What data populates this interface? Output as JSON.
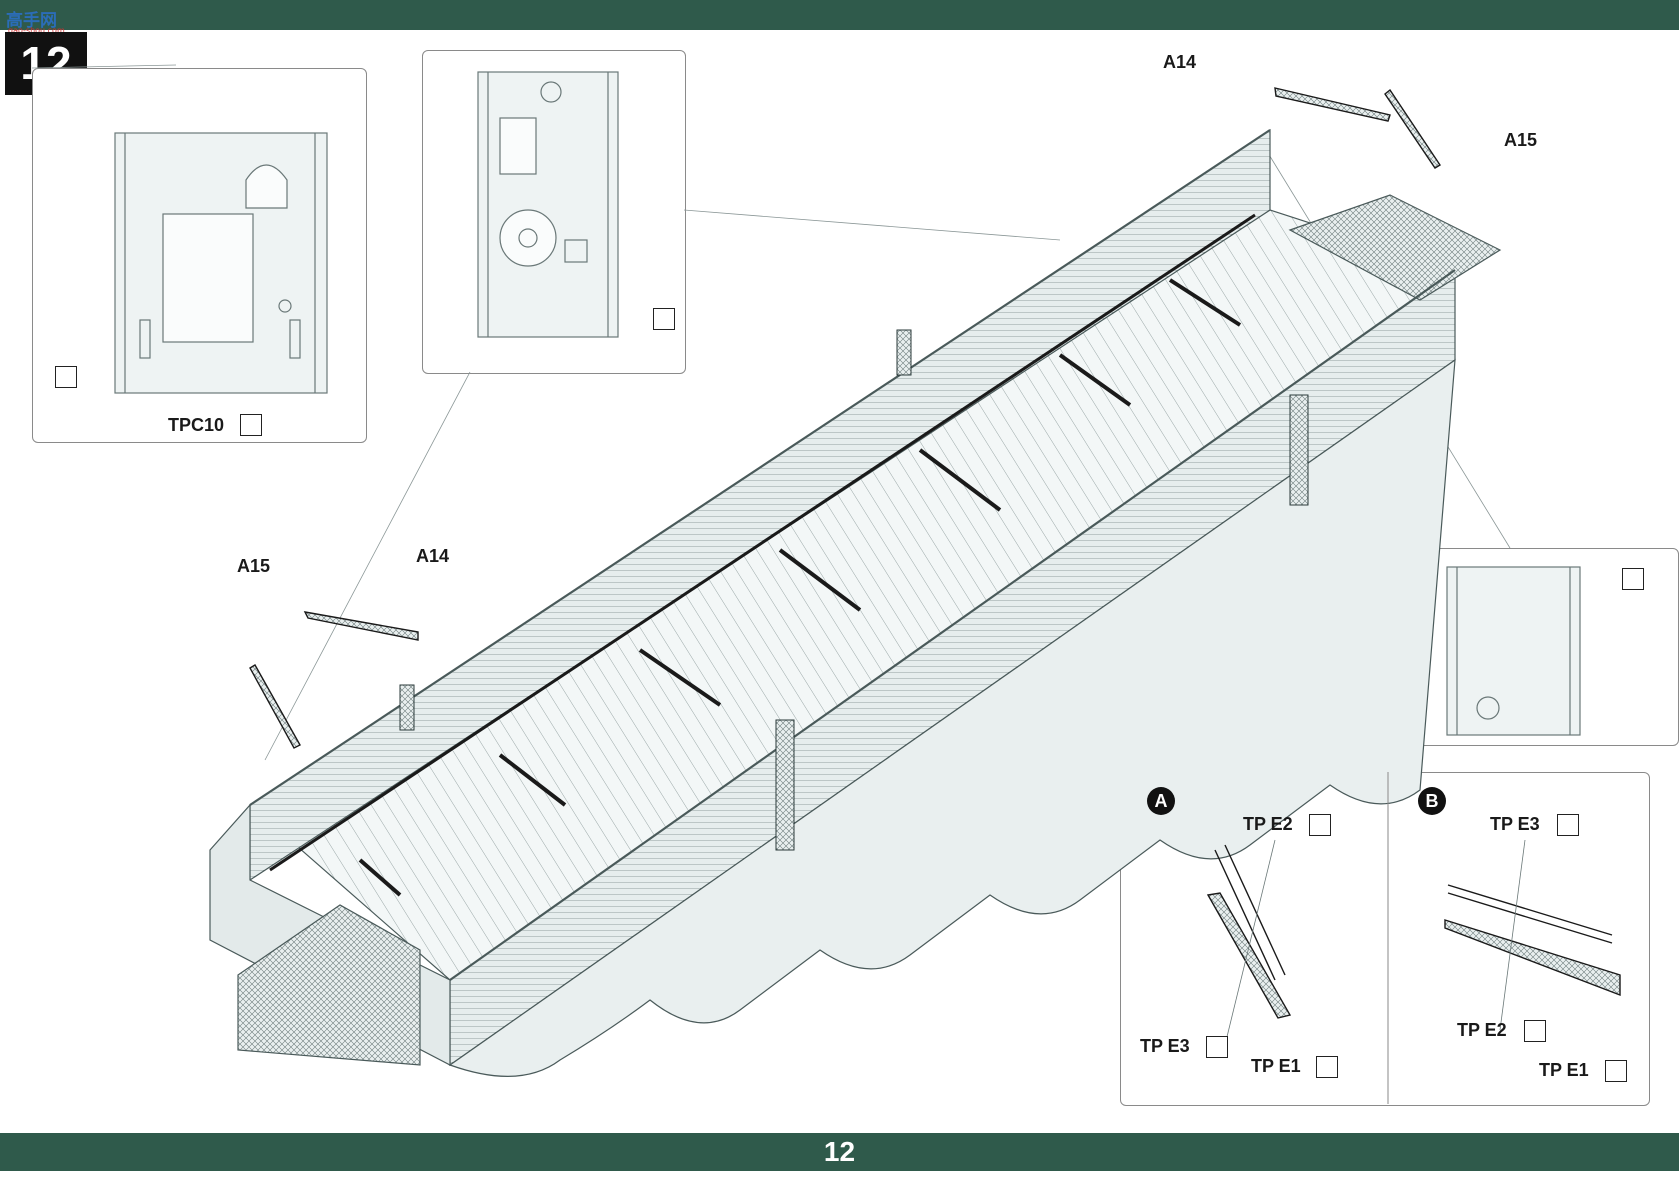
{
  "header": {
    "site_logo_main": "高手网",
    "site_logo_sub": "gao-shou.com",
    "step_number": "12"
  },
  "callouts": {
    "top_left_label": "TPC10",
    "a14_top": "A14",
    "a15_top": "A15",
    "a15_left": "A15",
    "a14_left": "A14"
  },
  "detail_a": {
    "badge": "A",
    "e2": "TP E2",
    "e3": "TP E3",
    "e1": "TP E1"
  },
  "detail_b": {
    "badge": "B",
    "e3": "TP E3",
    "e2": "TP E2",
    "e1": "TP E1"
  },
  "footer": {
    "page_number": "12"
  },
  "colors": {
    "band": "#2f5a4b",
    "line_art": "#4a5a5a",
    "hull_fill": "#eef3f3"
  },
  "icons": {
    "glue_icon": "glue-icon",
    "remove_icon": "remove-part-icon",
    "photo_etch_icon": "photo-etch-icon"
  }
}
